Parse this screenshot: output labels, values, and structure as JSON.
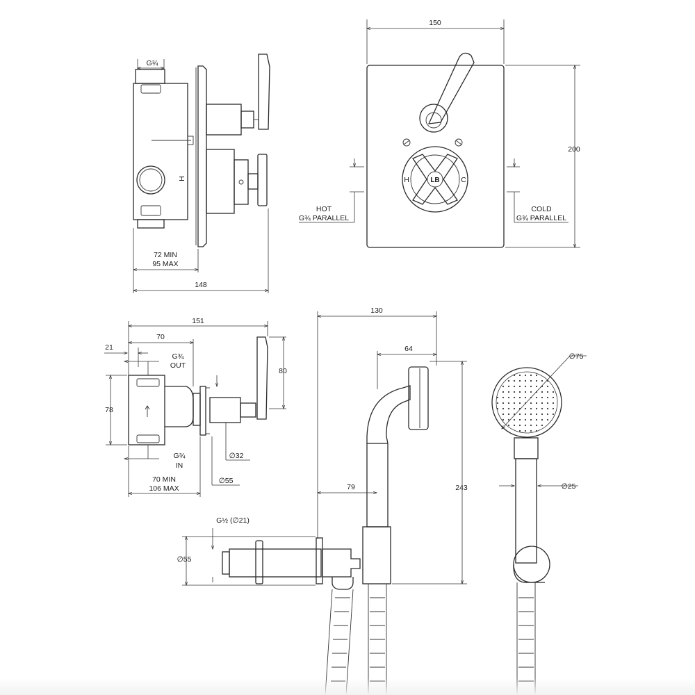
{
  "side_view": {
    "inlet_thread": "G¾",
    "hot_mark": "H",
    "depth_min": "72 MIN",
    "depth_max": "95 MAX",
    "overall_depth": "148"
  },
  "front_view": {
    "width": "150",
    "height": "200",
    "hot_label": "HOT",
    "hot_thread": "G¾ PARALLEL",
    "cold_label": "COLD",
    "cold_thread": "G¾ PARALLEL",
    "logo": "LB",
    "hot_marker": "H",
    "cold_marker": "C"
  },
  "diverter_view": {
    "overall": "151",
    "body": "70",
    "offset": "21",
    "outlet_thread": "G¾",
    "outlet_label": "OUT",
    "inlet_thread": "G¾",
    "inlet_label": "IN",
    "lever_height": "80",
    "body_height": "78",
    "spindle_dia": "∅32",
    "plate_dia": "∅55",
    "depth_min": "70 MIN",
    "depth_max": "106 MAX"
  },
  "handshower_view": {
    "projection": "130",
    "holder_width": "64",
    "elbow_offset": "79",
    "height": "243",
    "thread": "G½ (∅21)",
    "elbow_dia": "∅55",
    "head_dia": "∅75",
    "handle_dia": "∅25"
  }
}
